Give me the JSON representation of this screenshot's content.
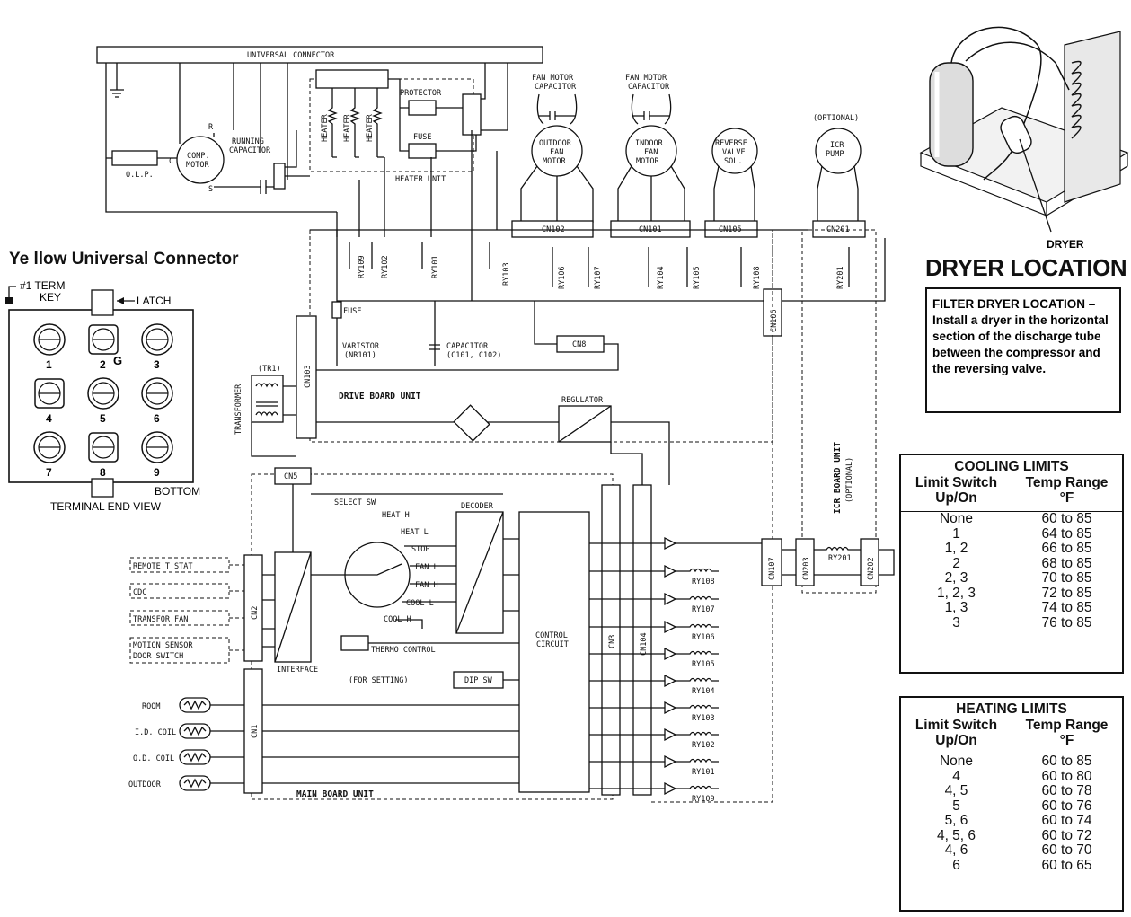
{
  "universal_connector_label": "UNIVERSAL CONNECTOR",
  "heater_unit": {
    "title": "HEATER UNIT",
    "heater": "HEATER",
    "protector": "PROTECTOR",
    "fuse": "FUSE"
  },
  "compressor": {
    "olp": "O.L.P.",
    "motor": [
      "COMP.",
      "MOTOR"
    ],
    "capacitor": [
      "RUNNING",
      "CAPACITOR"
    ],
    "c": "C",
    "r": "R",
    "s": "S"
  },
  "motors": [
    {
      "cap": [
        "FAN MOTOR",
        "CAPACITOR"
      ],
      "name": [
        "OUTDOOR",
        "FAN",
        "MOTOR"
      ]
    },
    {
      "cap": [
        "FAN MOTOR",
        "CAPACITOR"
      ],
      "name": [
        "INDOOR",
        "FAN",
        "MOTOR"
      ]
    },
    {
      "cap": [],
      "name": [
        "REVERSE",
        "VALVE",
        "SOL."
      ]
    },
    {
      "cap": [
        "(OPTIONAL)"
      ],
      "name": [
        "ICR",
        "PUMP"
      ]
    }
  ],
  "connectors": {
    "cn102": "CN102",
    "cn101": "CN101",
    "cn105": "CN105",
    "cn201": "CN201",
    "cn106": "CN106",
    "cn103": "CN103",
    "cn8": "CN8",
    "cn5": "CN5",
    "cn2": "CN2",
    "cn1": "CN1",
    "cn3": "CN3",
    "cn104": "CN104",
    "cn107": "CN107",
    "cn203": "CN203",
    "cn202": "CN202"
  },
  "relays_top": [
    "RY109",
    "RY102",
    "RY101",
    "RY103",
    "RY106",
    "RY107",
    "RY104",
    "RY105",
    "RY108",
    "RY201"
  ],
  "drive_board": {
    "fuse": "FUSE",
    "varistor": [
      "VARISTOR",
      "(NR101)"
    ],
    "capacitor": [
      "CAPACITOR",
      "(C101, C102)"
    ],
    "transformer": "TRANSFORMER",
    "tr1": "(TR1)",
    "title": "DRIVE BOARD UNIT",
    "regulator": "REGULATOR"
  },
  "main_board": {
    "select_sw": "SELECT SW",
    "decoder": "DECODER",
    "switch_positions": [
      "HEAT H",
      "HEAT L",
      "STOP",
      "FAN L",
      "FAN H",
      "COOL L",
      "COOL H"
    ],
    "thermo": "THERMO CONTROL",
    "setting": "(FOR SETTING)",
    "dip": "DIP SW",
    "control": [
      "CONTROL",
      "CIRCUIT"
    ],
    "interface": "INTERFACE",
    "title": "MAIN BOARD UNIT",
    "relays": [
      "RY108",
      "RY107",
      "RY106",
      "RY105",
      "RY104",
      "RY103",
      "RY102",
      "RY101",
      "RY109"
    ],
    "inputs": [
      "REMOTE T'STAT",
      "CDC",
      "TRANSFOR FAN",
      "MOTION SENSOR",
      "DOOR SWITCH"
    ],
    "sensors": [
      "ROOM",
      "I.D. COIL",
      "O.D. COIL",
      "OUTDOOR"
    ]
  },
  "icr_board": {
    "title": "ICR BOARD UNIT",
    "optional": "(OPTIONAL)",
    "relay": "RY201"
  },
  "connector_panel": {
    "title": "Ye llow Universal Connector",
    "term": "#1 TERM",
    "key": "KEY",
    "latch": "LATCH",
    "g": "G",
    "bottom": "BOTTOM",
    "end_view": "TERMINAL END VIEW",
    "pins": [
      "1",
      "4",
      "7",
      "2",
      "5",
      "8",
      "3",
      "6",
      "9"
    ]
  },
  "dryer": {
    "label": "DRYER",
    "title": "DRYER LOCATION",
    "note": "FILTER DRYER LOCATION – Install a dryer in the horizontal section of the discharge tube between the compressor and the reversing valve."
  },
  "cooling_limits": {
    "title": "COOLING LIMITS",
    "col1": [
      "Limit Switch",
      "Up/On"
    ],
    "col2": [
      "Temp Range",
      "°F"
    ],
    "rows": [
      [
        "None",
        "60 to 85"
      ],
      [
        "1",
        "64 to 85"
      ],
      [
        "1, 2",
        "66 to 85"
      ],
      [
        "2",
        "68 to 85"
      ],
      [
        "2, 3",
        "70 to 85"
      ],
      [
        "1, 2, 3",
        "72 to 85"
      ],
      [
        "1, 3",
        "74 to 85"
      ],
      [
        "3",
        "76 to 85"
      ]
    ]
  },
  "heating_limits": {
    "title": "HEATING LIMITS",
    "col1": [
      "Limit Switch",
      "Up/On"
    ],
    "col2": [
      "Temp Range",
      "°F"
    ],
    "rows": [
      [
        "None",
        "60 to 85"
      ],
      [
        "4",
        "60 to 80"
      ],
      [
        "4, 5",
        "60 to 78"
      ],
      [
        "5",
        "60 to 76"
      ],
      [
        "5, 6",
        "60 to 74"
      ],
      [
        "4, 5, 6",
        "60 to 72"
      ],
      [
        "4, 6",
        "60 to 70"
      ],
      [
        "6",
        "60 to 65"
      ]
    ]
  }
}
